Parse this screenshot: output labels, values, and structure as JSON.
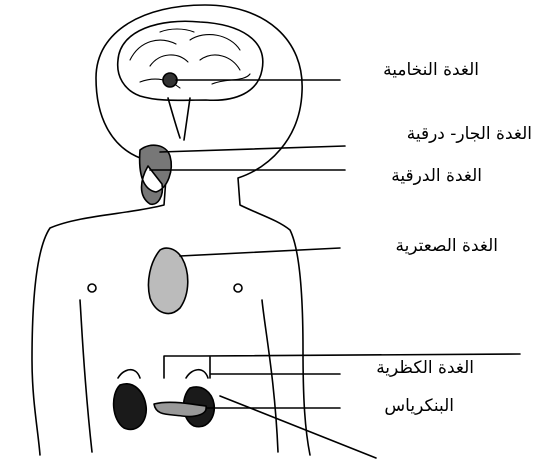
{
  "labels": {
    "pituitary": "الغدة النخامية",
    "parathyroid": "الغدة الجار- درقية",
    "thyroid": "الغدة الدرقية",
    "thymus": "الغدة الصعترية",
    "adrenal": "الغدة الكظرية",
    "pancreas": "البنكرياس"
  },
  "colors": {
    "ink": "#000000",
    "paper": "#ffffff",
    "organ_fill": "#1a1a1a"
  }
}
